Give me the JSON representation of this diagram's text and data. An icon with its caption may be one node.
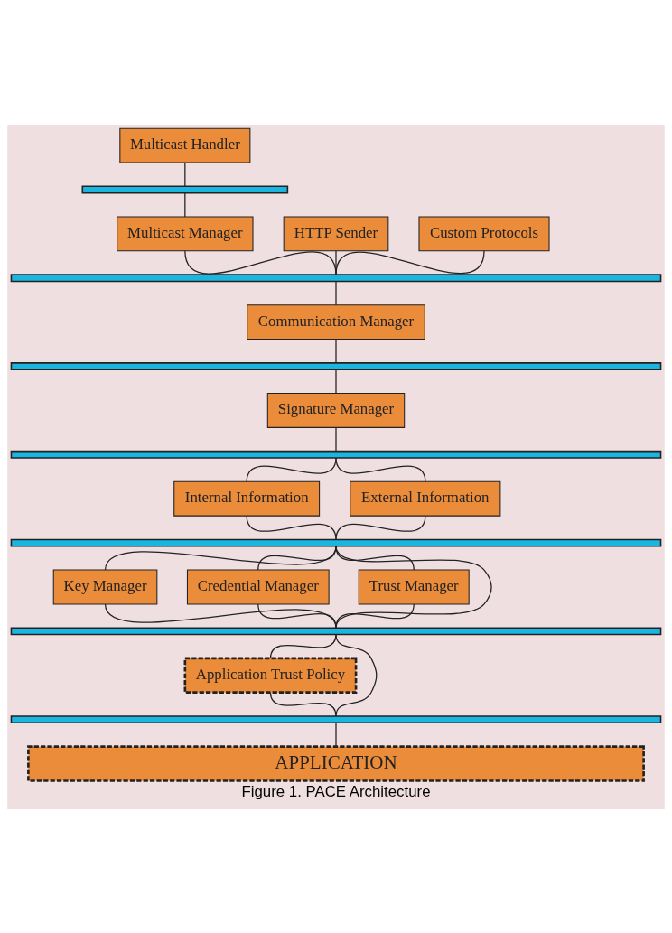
{
  "diagram": {
    "caption": "Figure 1. PACE Architecture",
    "nodes": [
      {
        "text": [
          "Multicast Handler"
        ]
      },
      {
        "text": [],
        "shape": "bar"
      },
      {
        "text": [
          "HTTP Sender"
        ]
      },
      {
        "text": [
          "Custom Protocols"
        ]
      },
      {
        "text": [
          "Multicast Manager"
        ]
      },
      {
        "text": [],
        "shape": "bar"
      },
      {
        "text": [
          "Communication Manager"
        ]
      },
      {
        "text": [],
        "shape": "bar"
      },
      {
        "text": [
          "Signature Manager"
        ]
      },
      {
        "text": [],
        "shape": "bar"
      },
      {
        "text": [
          "Internal Information"
        ]
      },
      {
        "text": [
          "External Information"
        ]
      },
      {
        "text": [],
        "shape": "bar"
      },
      {
        "text": [
          "Key Manager"
        ]
      },
      {
        "text": [
          "Credential Manager"
        ]
      },
      {
        "text": [
          "Trust Manager"
        ]
      },
      {
        "text": [],
        "shape": "bar"
      },
      {
        "text": [
          "Application Trust Policy"
        ]
      },
      {
        "text": [],
        "shape": "bar"
      },
      {
        "text": [
          "APPLICATION"
        ]
      }
    ],
    "edges": [
      {
        "from": 0,
        "to": 1,
        "arrow": "none"
      },
      {
        "from": 1,
        "to": 4,
        "arrow": "none"
      },
      {
        "from": 2,
        "to": 5,
        "arrow": "none"
      },
      {
        "from": 3,
        "to": 5,
        "arrow": "none"
      },
      {
        "from": 4,
        "to": 5,
        "arrow": "none"
      },
      {
        "from": 5,
        "to": 6,
        "arrow": "none"
      },
      {
        "from": 6,
        "to": 7,
        "arrow": "none"
      },
      {
        "from": 7,
        "to": 8,
        "arrow": "none"
      },
      {
        "from": 8,
        "to": 9,
        "arrow": "none"
      },
      {
        "from": 9,
        "to": 10,
        "arrow": "none"
      },
      {
        "from": 9,
        "to": 11,
        "arrow": "none"
      },
      {
        "from": 10,
        "to": 12,
        "arrow": "none"
      },
      {
        "from": 11,
        "to": 12,
        "arrow": "none"
      },
      {
        "from": 12,
        "to": 13,
        "arrow": "none"
      },
      {
        "from": 12,
        "to": 14,
        "arrow": "none"
      },
      {
        "from": 12,
        "to": 15,
        "arrow": "none"
      },
      {
        "from": 13,
        "to": 16,
        "arrow": "none"
      },
      {
        "from": 14,
        "to": 16,
        "arrow": "none"
      },
      {
        "from": 15,
        "to": 16,
        "arrow": "none"
      },
      {
        "from": 12,
        "to": 16,
        "arrow": "none"
      },
      {
        "from": 16,
        "to": 17,
        "arrow": "none"
      },
      {
        "from": 16,
        "to": 18,
        "arrow": "none"
      },
      {
        "from": 17,
        "to": 18,
        "arrow": "none"
      },
      {
        "from": 18,
        "to": 19,
        "arrow": "none"
      }
    ]
  }
}
